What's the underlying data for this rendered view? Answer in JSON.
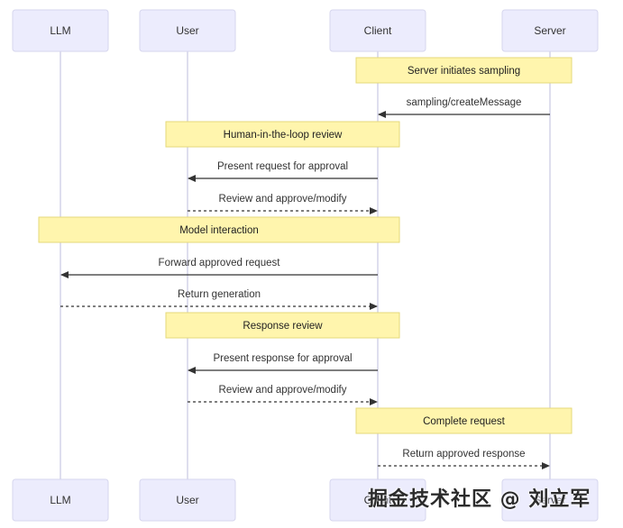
{
  "actors": [
    {
      "id": "llm",
      "label": "LLM"
    },
    {
      "id": "user",
      "label": "User"
    },
    {
      "id": "client",
      "label": "Client"
    },
    {
      "id": "server",
      "label": "Server"
    }
  ],
  "notes": [
    {
      "text": "Server initiates sampling",
      "from": "client",
      "to": "server"
    },
    {
      "text": "Human-in-the-loop review",
      "from": "user",
      "to": "client"
    },
    {
      "text": "Model interaction",
      "from": "llm",
      "to": "client"
    },
    {
      "text": "Response review",
      "from": "user",
      "to": "client"
    },
    {
      "text": "Complete request",
      "from": "client",
      "to": "server"
    }
  ],
  "messages": [
    {
      "text": "sampling/createMessage",
      "from": "server",
      "to": "client",
      "style": "solid"
    },
    {
      "text": "Present request for approval",
      "from": "client",
      "to": "user",
      "style": "solid"
    },
    {
      "text": "Review and approve/modify",
      "from": "user",
      "to": "client",
      "style": "dashed"
    },
    {
      "text": "Forward approved request",
      "from": "client",
      "to": "llm",
      "style": "solid"
    },
    {
      "text": "Return generation",
      "from": "llm",
      "to": "client",
      "style": "dashed"
    },
    {
      "text": "Present response for approval",
      "from": "client",
      "to": "user",
      "style": "solid"
    },
    {
      "text": "Review and approve/modify",
      "from": "user",
      "to": "client",
      "style": "dashed"
    },
    {
      "text": "Return approved response",
      "from": "client",
      "to": "server",
      "style": "dashed"
    }
  ],
  "watermark": "掘金技术社区 @ 刘立军"
}
